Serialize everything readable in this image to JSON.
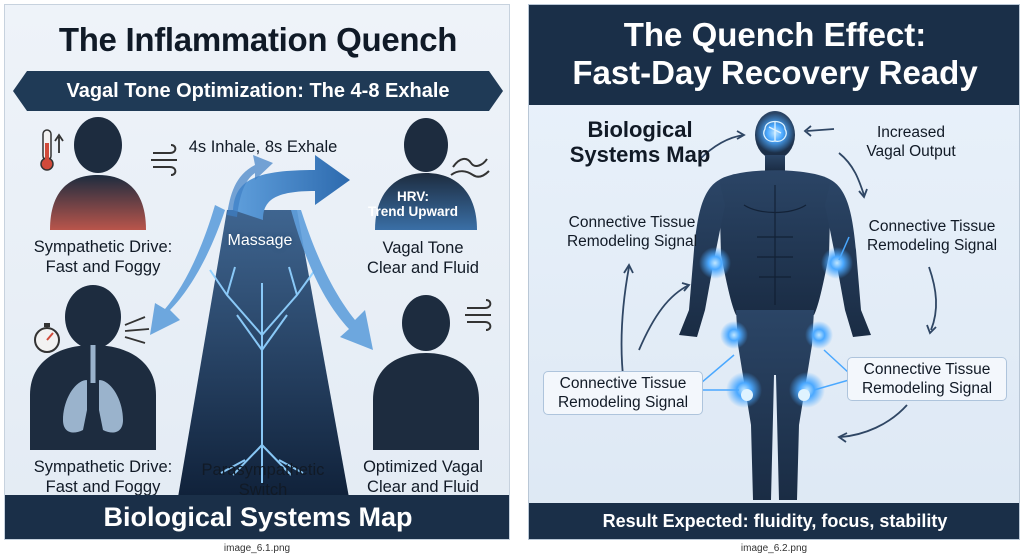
{
  "left": {
    "title": "The Inflammation Quench",
    "banner": "Vagal Tone Optimization: The 4-8 Exhale",
    "breath": "4s Inhale, 8s Exhale",
    "massage": "Massage",
    "hrv": "HRV:\nTrend Upward",
    "symp_1": "Sympathetic Drive:\nFast and Foggy",
    "vagal_1": "Vagal Tone\nClear and Fluid",
    "symp_2": "Sympathetic Drive:\nFast and Foggy",
    "para": "Parasympathetic\nSwitch",
    "vagal_2": "Optimized Vagal\nClear and Fluid",
    "footer": "Biological Systems Map"
  },
  "right": {
    "title": "The Quench Effect:\nFast-Day Recovery Ready",
    "subtitle": "Biological\nSystems Map",
    "vagal_output": "Increased\nVagal Output",
    "ct_1": "Connective Tissue\nRemodeling Signal",
    "ct_2": "Connective Tissue\nRemodeling Signal",
    "ct_3": "Connective Tissue\nRemodeling Signal",
    "ct_4": "Connective Tissue\nRemodeling Signal",
    "footer": "Result Expected: fluidity, focus, stability"
  },
  "captions": {
    "left": "image_6.1.png",
    "right": "image_6.2.png"
  },
  "colors": {
    "navy": "#1a2f48",
    "glow": "#4aa8ff",
    "arrow": "#3f7fc4",
    "warm": "#b5524a"
  }
}
